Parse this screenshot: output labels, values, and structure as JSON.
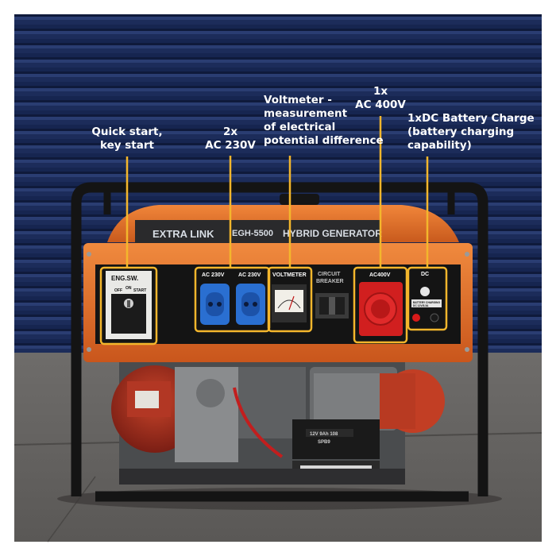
{
  "callouts": {
    "quick_start": [
      "Quick start,",
      "key start"
    ],
    "ac230": [
      "2x",
      "AC 230V"
    ],
    "voltmeter": [
      "Voltmeter -",
      "measurement",
      "of electrical",
      "potential difference"
    ],
    "ac400": [
      "1x",
      "AC 400V"
    ],
    "dc": [
      "1xDC Battery Charge",
      "(battery charging",
      "capability)"
    ]
  },
  "generator": {
    "brand": "EXTRA LINK",
    "model": "EGH-5500",
    "type": "HYBRID GENERATOR",
    "panel": {
      "eng_sw": "ENG.SW.",
      "eng_off": "OFF",
      "eng_on": "ON",
      "eng_start": "START",
      "ac230_left": "AC 230V",
      "ac230_right": "AC 230V",
      "voltmeter": "VOLTMETER",
      "circuit": "CIRCUIT",
      "breaker": "BREAKER",
      "ac400": "AC400V",
      "dc": "DC",
      "battery_label": "BATTERY CHARGING",
      "battery_sub": "DC 12V/8.3A",
      "battery_text": "12V 9Ah 108",
      "battery_text2": "SPB9"
    }
  },
  "colors": {
    "highlight": "#f3b62c",
    "frame_orange": "#e06a22",
    "wall_blue": "#1b2a56"
  }
}
